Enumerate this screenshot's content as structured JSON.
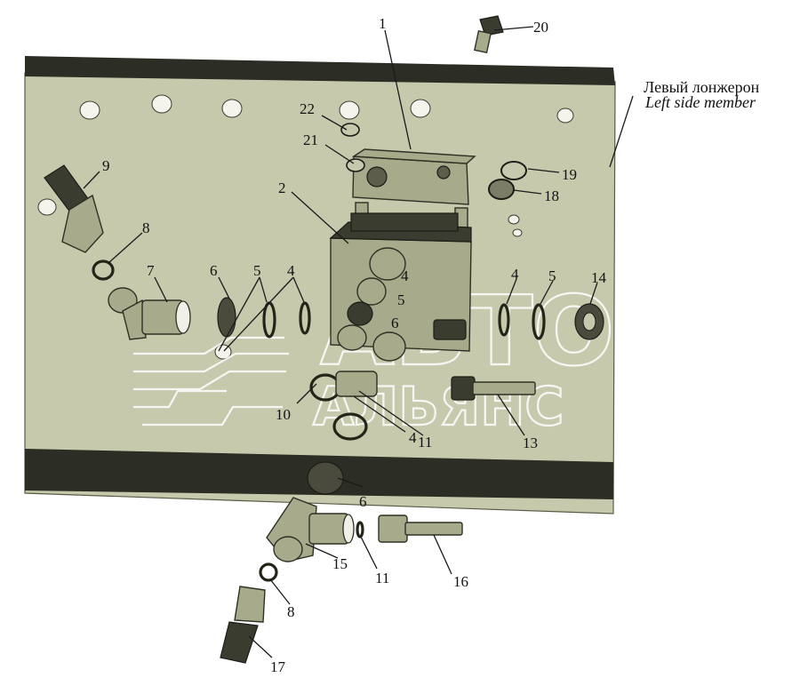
{
  "caption": {
    "ru": "Левый лонжерон",
    "en": "Left side member"
  },
  "watermark": {
    "line1": "АВТО",
    "line2": "АЛЬЯНС"
  },
  "callouts": {
    "c1": "1",
    "c2": "2",
    "c4a": "4",
    "c4b": "4",
    "c4c": "4",
    "c4d": "4",
    "c5a": "5",
    "c5b": "5",
    "c5c": "5",
    "c6a": "6",
    "c6b": "6",
    "c6c": "6",
    "c7": "7",
    "c8a": "8",
    "c8b": "8",
    "c9": "9",
    "c10": "10",
    "c11a": "11",
    "c11b": "11",
    "c13": "13",
    "c14": "14",
    "c15": "15",
    "c16": "16",
    "c17": "17",
    "c18": "18",
    "c19": "19",
    "c20": "20",
    "c21": "21",
    "c22": "22"
  },
  "colors": {
    "rail_face": "#c7c9ad",
    "flange": "#2c2d24",
    "outline": "#2f3024",
    "watermark": "#ffffff"
  }
}
